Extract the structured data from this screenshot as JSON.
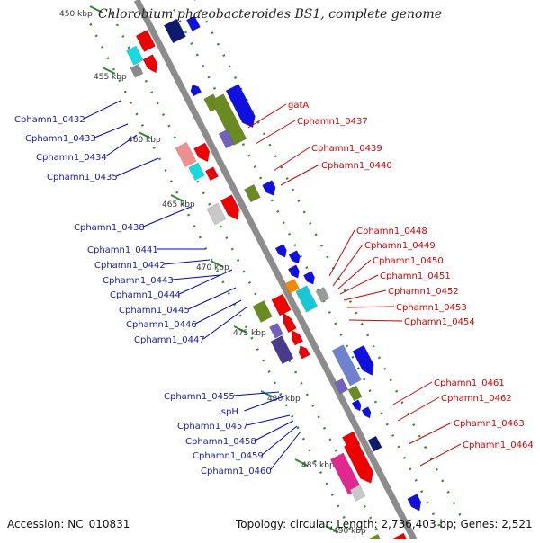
{
  "title": "Chlorobium phaeobacteroides BS1, complete genome",
  "footer": {
    "accession": "Accession: NC_010831",
    "summary": "Topology: circular; Length: 2,736,403 bp; Genes: 2,521"
  },
  "colors": {
    "backbone": "#8c8c8c",
    "left_label": "#1a1aa6",
    "right_label": "#d40000",
    "tick": "#2e8b2e",
    "leader_blue": "#0000cc",
    "leader_red": "#cc0000"
  },
  "ticks": [
    {
      "label": "450 kbp"
    },
    {
      "label": "455 kbp"
    },
    {
      "label": "460 kbp"
    },
    {
      "label": "465 kbp"
    },
    {
      "label": "470 kbp"
    },
    {
      "label": "475 kbp"
    },
    {
      "label": "480 kbp"
    },
    {
      "label": "485 kbp"
    },
    {
      "label": "490 kbp"
    }
  ],
  "left_genes": [
    {
      "label": "Cphamn1_0432"
    },
    {
      "label": "Cphamn1_0433"
    },
    {
      "label": "Cphamn1_0434"
    },
    {
      "label": "Cphamn1_0435"
    },
    {
      "label": "Cphamn1_0438"
    },
    {
      "label": "Cphamn1_0441"
    },
    {
      "label": "Cphamn1_0442"
    },
    {
      "label": "Cphamn1_0443"
    },
    {
      "label": "Cphamn1_0444"
    },
    {
      "label": "Cphamn1_0445"
    },
    {
      "label": "Cphamn1_0446"
    },
    {
      "label": "Cphamn1_0447"
    },
    {
      "label": "Cphamn1_0455"
    },
    {
      "label": "ispH"
    },
    {
      "label": "Cphamn1_0457"
    },
    {
      "label": "Cphamn1_0458"
    },
    {
      "label": "Cphamn1_0459"
    },
    {
      "label": "Cphamn1_0460"
    }
  ],
  "right_genes": [
    {
      "label": "gatA"
    },
    {
      "label": "Cphamn1_0437"
    },
    {
      "label": "Cphamn1_0439"
    },
    {
      "label": "Cphamn1_0440"
    },
    {
      "label": "Cphamn1_0448"
    },
    {
      "label": "Cphamn1_0449"
    },
    {
      "label": "Cphamn1_0450"
    },
    {
      "label": "Cphamn1_0451"
    },
    {
      "label": "Cphamn1_0452"
    },
    {
      "label": "Cphamn1_0453"
    },
    {
      "label": "Cphamn1_0454"
    },
    {
      "label": "Cphamn1_0461"
    },
    {
      "label": "Cphamn1_0462"
    },
    {
      "label": "Cphamn1_0463"
    },
    {
      "label": "Cphamn1_0464"
    }
  ]
}
